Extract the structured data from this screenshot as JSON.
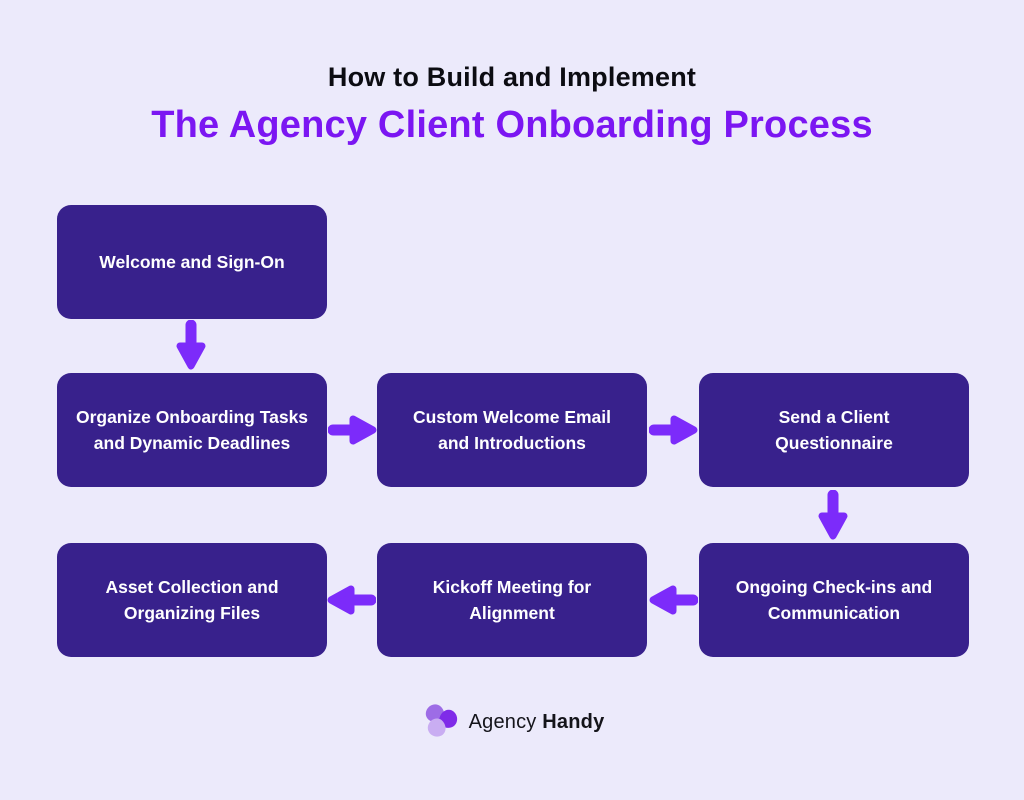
{
  "theme": {
    "background": "#ECEAFB",
    "box_fill": "#38218C",
    "box_text": "#FFFFFF",
    "arrow": "#7C2BFA",
    "title": "#0C0C12",
    "subtitle": "#7B16F2",
    "brand_text": "#14141A",
    "logo_petals": [
      "#9D6CE6",
      "#7F2BE8",
      "#C9ADF2"
    ]
  },
  "header": {
    "title": "How to Build and Implement",
    "subtitle": "The Agency Client Onboarding Process"
  },
  "flow": {
    "steps": [
      {
        "lines": [
          "Welcome and Sign-On",
          ""
        ]
      },
      {
        "lines": [
          "Organize Onboarding Tasks",
          "and Dynamic Deadlines"
        ]
      },
      {
        "lines": [
          "Custom Welcome Email",
          "and Introductions"
        ]
      },
      {
        "lines": [
          "Send a Client",
          "Questionnaire"
        ]
      },
      {
        "lines": [
          "Ongoing Check-ins and",
          "Communication"
        ]
      },
      {
        "lines": [
          "Kickoff Meeting for",
          "Alignment"
        ]
      },
      {
        "lines": [
          "Asset Collection and",
          "Organizing Files"
        ]
      }
    ]
  },
  "footer": {
    "brand_regular": "Agency",
    "brand_bold": "Handy"
  }
}
